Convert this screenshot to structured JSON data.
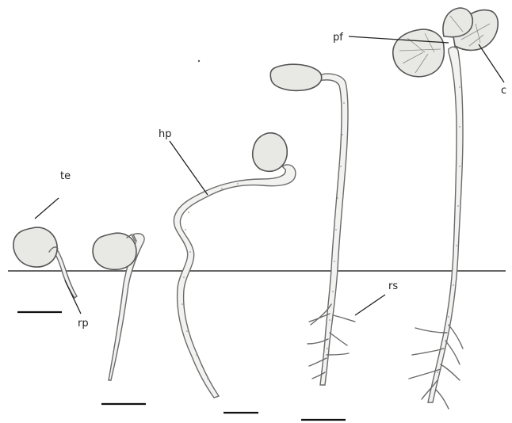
{
  "labels": {
    "te": "te",
    "rp": "rp",
    "hp": "hp",
    "pf": "pf",
    "c": "c",
    "rs": "rs"
  },
  "colors": {
    "stroke": "#6a6a6a",
    "fill": "#f2f2f0",
    "line": "#222222"
  }
}
